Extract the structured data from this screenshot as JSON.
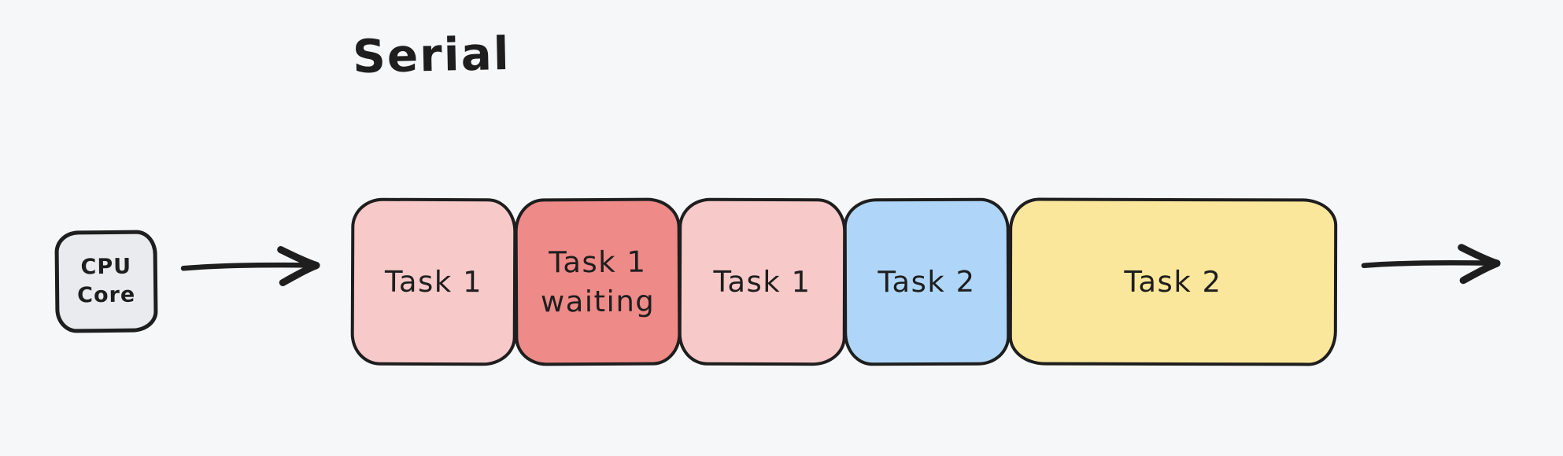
{
  "diagram": {
    "title": "Serial",
    "colors": {
      "background": "#f6f7f9",
      "stroke": "#1e1e1e",
      "cpu_fill": "#e9ebee",
      "task1_fill": "#f8c9c9",
      "task1_waiting_fill": "#ee8a88",
      "task2_blue_fill": "#afd6f8",
      "task2_yellow_fill": "#fbe79b"
    },
    "cpu_core": {
      "label": "CPU\nCore"
    },
    "timeline": {
      "blocks": [
        {
          "label": "Task 1",
          "fill": "#f8c9c9"
        },
        {
          "label": "Task 1\nwaiting",
          "fill": "#ee8a88"
        },
        {
          "label": "Task 1",
          "fill": "#f8c9c9"
        },
        {
          "label": "Task 2",
          "fill": "#afd6f8"
        },
        {
          "label": "Task 2",
          "fill": "#fbe79b"
        }
      ]
    },
    "icons": {
      "input_arrow": "right-arrow-icon",
      "output_arrow": "right-arrow-icon"
    }
  }
}
